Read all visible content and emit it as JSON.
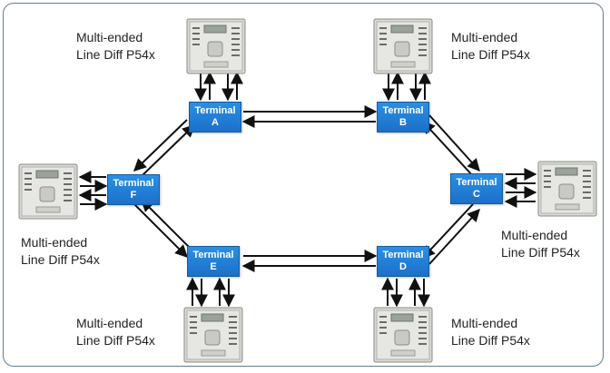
{
  "terminals": [
    {
      "id": "A",
      "word": "Terminal",
      "letter": "A"
    },
    {
      "id": "B",
      "word": "Terminal",
      "letter": "B"
    },
    {
      "id": "C",
      "word": "Terminal",
      "letter": "C"
    },
    {
      "id": "D",
      "word": "Terminal",
      "letter": "D"
    },
    {
      "id": "E",
      "word": "Terminal",
      "letter": "E"
    },
    {
      "id": "F",
      "word": "Terminal",
      "letter": "F"
    }
  ],
  "relay_caption": {
    "line1": "Multi-ended",
    "line2": "Line Diff P54x"
  },
  "colors": {
    "terminal_fill": "#1f7ad6",
    "frame_border": "#5f7f95",
    "arrow": "#111111"
  }
}
